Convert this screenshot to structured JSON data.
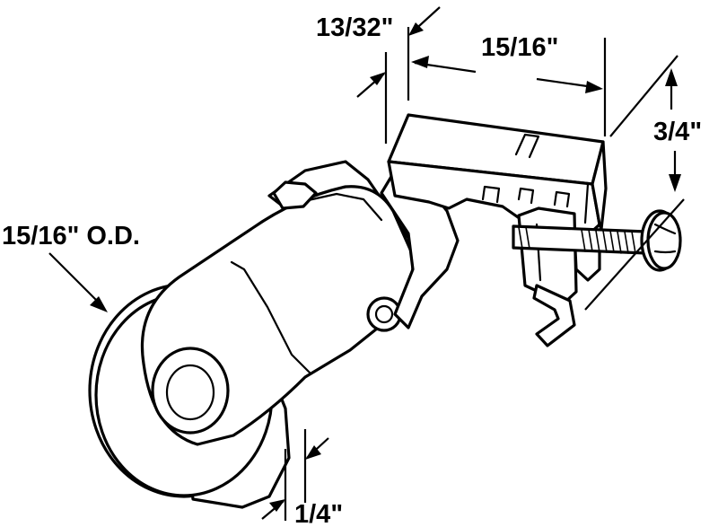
{
  "dimensions": {
    "setback": "13/32\"",
    "bracket_length": "15/16\"",
    "bracket_height": "3/4\"",
    "wheel_diameter": "15/16\" O.D.",
    "wheel_width": "1/4\""
  },
  "colors": {
    "line": "#000000",
    "background": "#ffffff"
  }
}
